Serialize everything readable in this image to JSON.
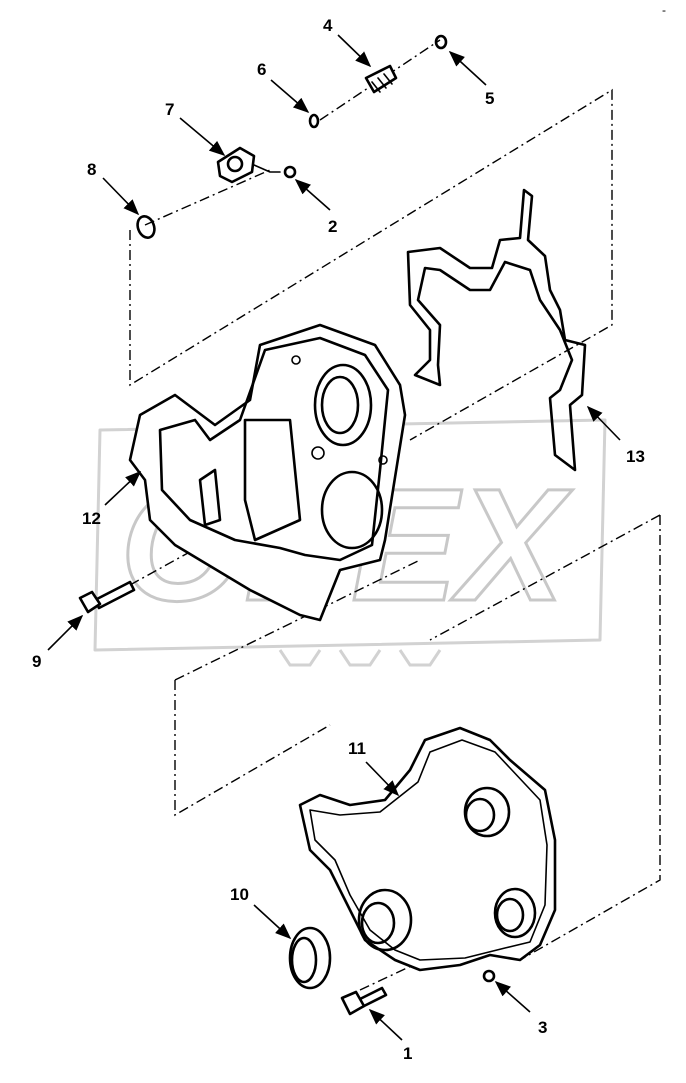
{
  "watermark": {
    "text": "OPEX",
    "color": "#c8c8c8"
  },
  "callouts": [
    {
      "id": "1",
      "label": "1"
    },
    {
      "id": "2",
      "label": "2"
    },
    {
      "id": "3",
      "label": "3"
    },
    {
      "id": "4",
      "label": "4"
    },
    {
      "id": "5",
      "label": "5"
    },
    {
      "id": "6",
      "label": "6"
    },
    {
      "id": "7",
      "label": "7"
    },
    {
      "id": "8",
      "label": "8"
    },
    {
      "id": "9",
      "label": "9"
    },
    {
      "id": "10",
      "label": "10"
    },
    {
      "id": "11",
      "label": "11"
    },
    {
      "id": "12",
      "label": "12"
    },
    {
      "id": "13",
      "label": "13"
    }
  ],
  "corner_mark": "-"
}
